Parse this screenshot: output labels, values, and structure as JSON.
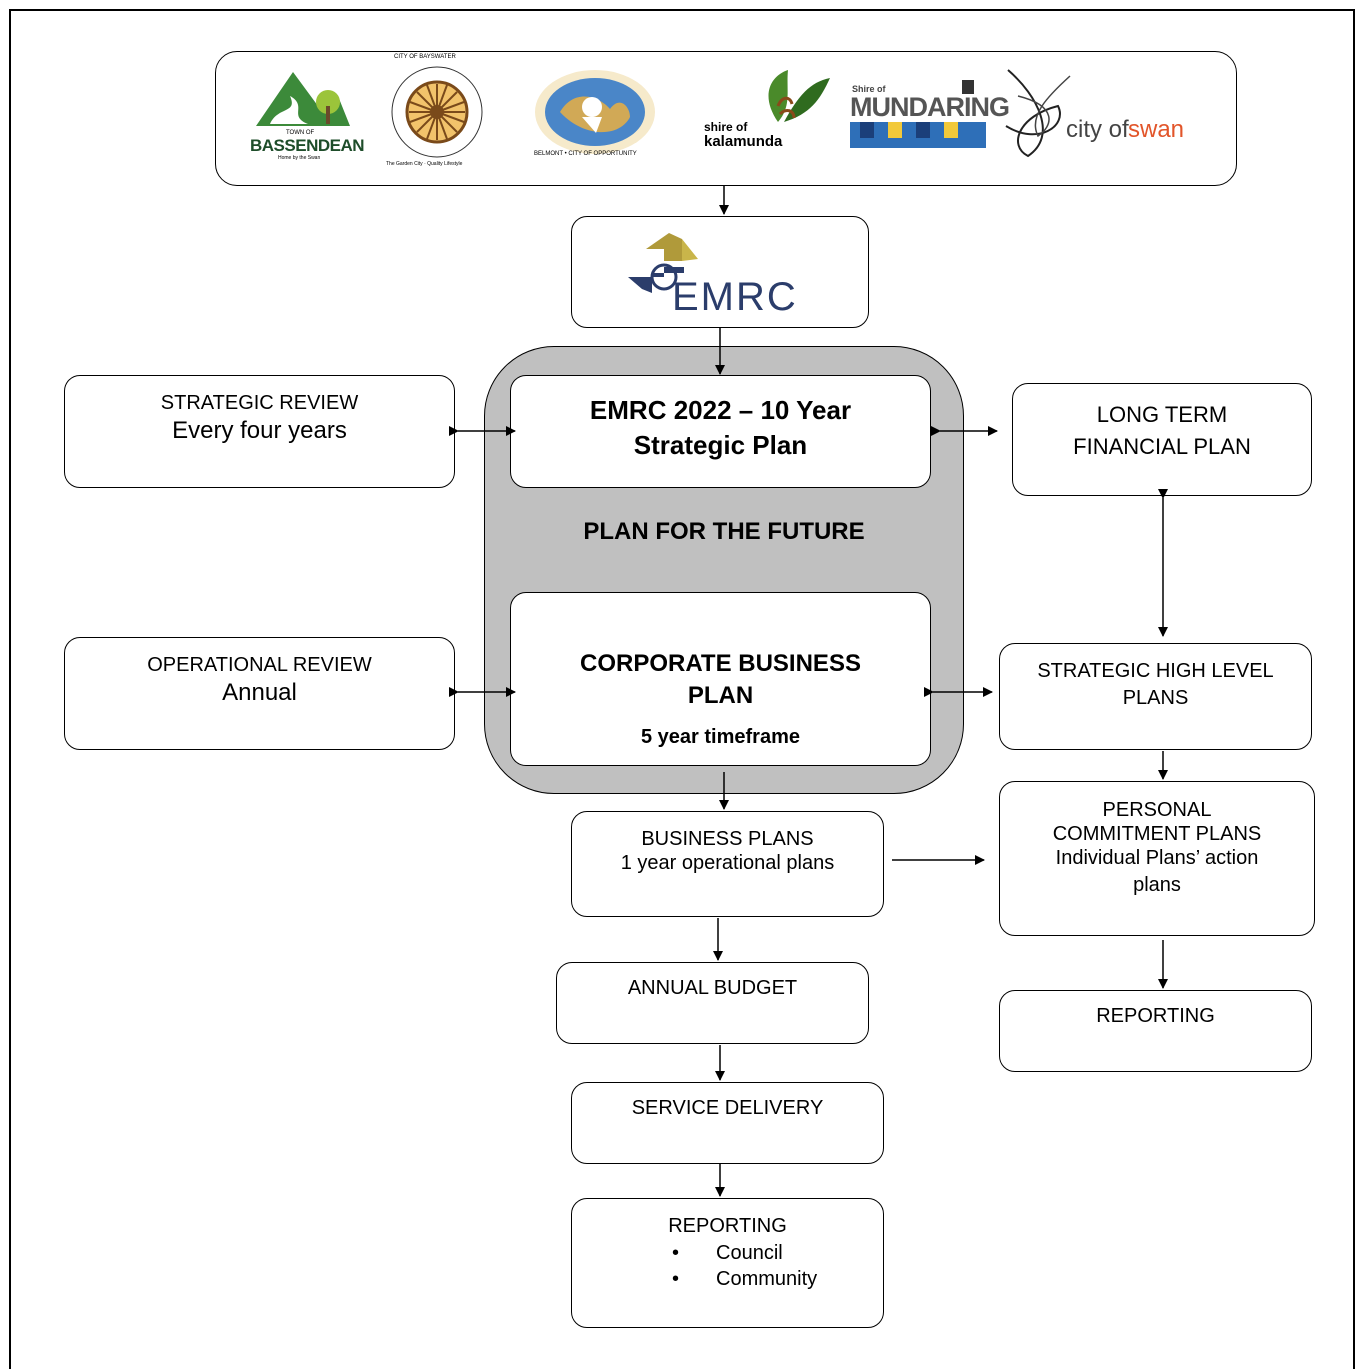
{
  "logos": {
    "bassendean": {
      "label": "BASSENDEAN",
      "small_top": "TOWN OF",
      "small_bottom": "Home by the Swan"
    },
    "bayswater": {
      "ring_top": "CITY OF BAYSWATER",
      "ring_bottom": "The Garden City · Quality Lifestyle"
    },
    "belmont": {
      "ring_text": "BELMONT • CITY OF OPPORTUNITY"
    },
    "kalamunda": {
      "line1": "shire of",
      "line2": "kalamunda"
    },
    "mundaring": {
      "small": "Shire of",
      "name": "MUNDARING"
    },
    "swan": {
      "prefix": "city of ",
      "name": "swan"
    },
    "emrc": {
      "name": "EMRC"
    }
  },
  "diagram": {
    "strategic_plan": {
      "line1": "EMRC 2022 – 10 Year",
      "line2": "Strategic Plan"
    },
    "plan_future": "PLAN FOR THE FUTURE",
    "corporate": {
      "line1": "CORPORATE BUSINESS",
      "line2": "PLAN",
      "sub": "5 year timeframe"
    },
    "strategic_review": {
      "line1": "STRATEGIC REVIEW",
      "line2": "Every four years"
    },
    "operational_review": {
      "line1": "OPERATIONAL REVIEW",
      "line2": "Annual"
    },
    "long_term": {
      "line1": "LONG TERM",
      "line2": "FINANCIAL PLAN"
    },
    "high_level": {
      "line1": "STRATEGIC HIGH LEVEL",
      "line2": "PLANS"
    },
    "business_plans": {
      "line1": "BUSINESS PLANS",
      "line2": "1 year operational plans"
    },
    "personal": {
      "line1": "PERSONAL",
      "line2": "COMMITMENT PLANS",
      "line3": "Individual Plans’ action",
      "line4": "plans"
    },
    "annual_budget": "ANNUAL BUDGET",
    "service_delivery": "SERVICE DELIVERY",
    "reporting_right": "REPORTING",
    "reporting_bottom": {
      "title": "REPORTING",
      "items": [
        "Council",
        "Community"
      ]
    }
  }
}
